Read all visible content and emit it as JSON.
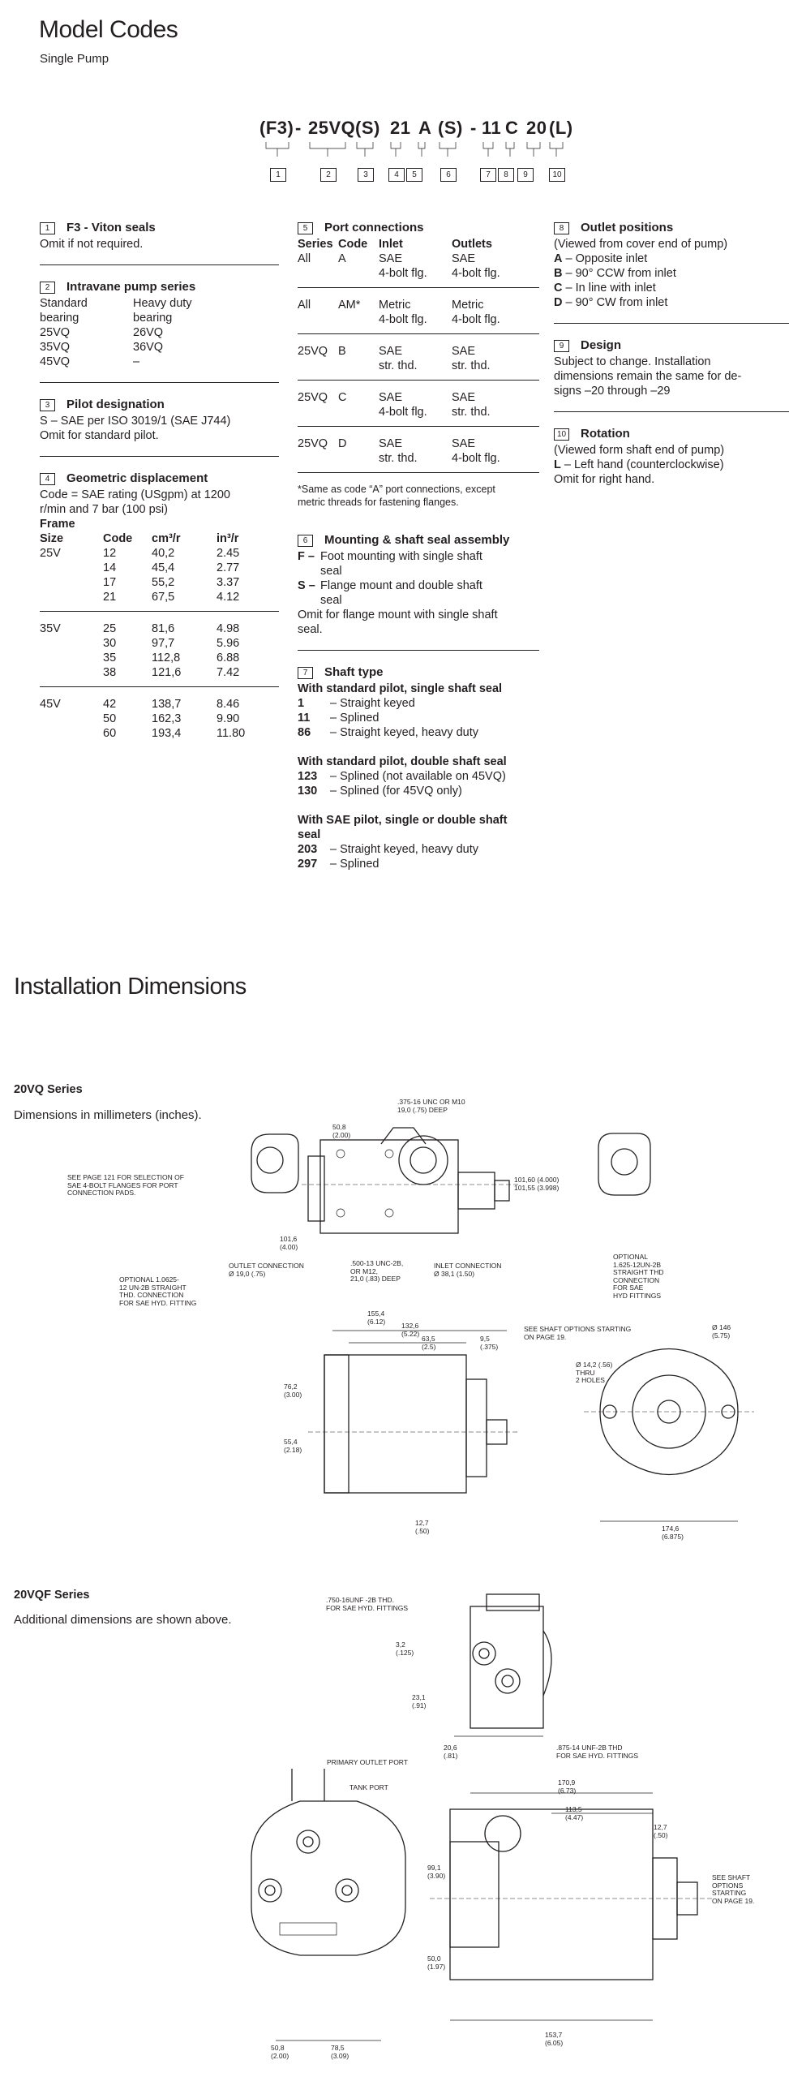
{
  "model_codes": {
    "title": "Model Codes",
    "subtitle": "Single Pump",
    "strip": [
      "(F3)",
      "-",
      "25VQ",
      "(S)",
      "21",
      "A",
      "(S)",
      "-",
      "11",
      "C",
      "20",
      "(L)"
    ],
    "boxes": [
      "1",
      "2",
      "3",
      "4",
      "5",
      "6",
      "7",
      "8",
      "9",
      "10"
    ]
  },
  "sections": {
    "s1": {
      "num": "1",
      "title": "F3 - Viton seals",
      "text": "Omit if not required."
    },
    "s2": {
      "num": "2",
      "title": "Intravane pump series",
      "rows": [
        [
          "Standard",
          "Heavy duty"
        ],
        [
          "bearing",
          "bearing"
        ],
        [
          "25VQ",
          "26VQ"
        ],
        [
          "35VQ",
          "36VQ"
        ],
        [
          "45VQ",
          "–"
        ]
      ]
    },
    "s3": {
      "num": "3",
      "title": "Pilot designation",
      "lines": [
        "S – SAE per ISO 3019/1 (SAE J744)",
        "Omit for standard pilot."
      ]
    },
    "s4": {
      "num": "4",
      "title": "Geometric displacement",
      "lines": [
        "Code = SAE rating (USgpm) at 1200",
        "r/min and 7 bar (100 psi)"
      ],
      "frame_label": "Frame",
      "headers": [
        "Size",
        "Code",
        "cm³/r",
        "in³/r"
      ],
      "groups": [
        [
          [
            "25V",
            "12",
            "40,2",
            "2.45"
          ],
          [
            "",
            "14",
            "45,4",
            "2.77"
          ],
          [
            "",
            "17",
            "55,2",
            "3.37"
          ],
          [
            "",
            "21",
            "67,5",
            "4.12"
          ]
        ],
        [
          [
            "35V",
            "25",
            "81,6",
            "4.98"
          ],
          [
            "",
            "30",
            "97,7",
            "5.96"
          ],
          [
            "",
            "35",
            "112,8",
            "6.88"
          ],
          [
            "",
            "38",
            "121,6",
            "7.42"
          ]
        ],
        [
          [
            "45V",
            "42",
            "138,7",
            "8.46"
          ],
          [
            "",
            "50",
            "162,3",
            "9.90"
          ],
          [
            "",
            "60",
            "193,4",
            "11.80"
          ]
        ]
      ]
    },
    "s5": {
      "num": "5",
      "title": "Port connections",
      "headers": [
        "Series",
        "Code",
        "Inlet",
        "Outlets"
      ],
      "groups": [
        [
          [
            "All",
            "A",
            "SAE",
            "SAE"
          ],
          [
            "",
            "",
            "4-bolt flg.",
            "4-bolt flg."
          ]
        ],
        [
          [
            "All",
            "AM*",
            "Metric",
            "Metric"
          ],
          [
            "",
            "",
            "4-bolt flg.",
            "4-bolt flg."
          ]
        ],
        [
          [
            "25VQ",
            "B",
            "SAE",
            "SAE"
          ],
          [
            "",
            "",
            "str. thd.",
            "str. thd."
          ]
        ],
        [
          [
            "25VQ",
            "C",
            "SAE",
            "SAE"
          ],
          [
            "",
            "",
            "4-bolt flg.",
            "str. thd."
          ]
        ],
        [
          [
            "25VQ",
            "D",
            "SAE",
            "SAE"
          ],
          [
            "",
            "",
            "str. thd.",
            "4-bolt flg."
          ]
        ]
      ],
      "note": [
        "*Same as code “A” port connections, except",
        "metric threads for fastening flanges."
      ]
    },
    "s6": {
      "num": "6",
      "title": "Mounting & shaft seal assembly",
      "items": [
        [
          "F –",
          "Foot mounting with single shaft",
          "seal"
        ],
        [
          "S –",
          "Flange mount and double shaft",
          "seal"
        ]
      ],
      "lines": [
        "Omit for flange mount with single shaft",
        "seal."
      ]
    },
    "s7": {
      "num": "7",
      "title": "Shaft type",
      "g1": {
        "head": "With standard pilot, single shaft seal",
        "items": [
          [
            "1",
            "– Straight keyed"
          ],
          [
            "11",
            "– Splined"
          ],
          [
            "86",
            "– Straight keyed, heavy duty"
          ]
        ]
      },
      "g2": {
        "head": "With standard pilot, double shaft seal",
        "items": [
          [
            "123",
            "– Splined (not available on 45VQ)"
          ],
          [
            "130",
            "– Splined (for 45VQ only)"
          ]
        ]
      },
      "g3": {
        "head": [
          "With SAE pilot, single or double shaft",
          "seal"
        ],
        "items": [
          [
            "203",
            "– Straight keyed, heavy duty"
          ],
          [
            "297",
            "– Splined"
          ]
        ]
      }
    },
    "s8": {
      "num": "8",
      "title": "Outlet positions",
      "intro": "(Viewed from cover end of pump)",
      "items": [
        [
          "A",
          "– Opposite inlet"
        ],
        [
          "B",
          "– 90° CCW from inlet"
        ],
        [
          "C",
          "– In line with inlet"
        ],
        [
          "D",
          "– 90° CW from inlet"
        ]
      ]
    },
    "s9": {
      "num": "9",
      "title": "Design",
      "lines": [
        "Subject to change. Installation",
        "dimensions remain the same for de-",
        "signs –20 through –29"
      ]
    },
    "s10": {
      "num": "10",
      "title": "Rotation",
      "lines": [
        "(Viewed form shaft end of pump)"
      ],
      "item": [
        "L",
        "– Left hand (counterclockwise)"
      ],
      "tail": "Omit for right hand."
    }
  },
  "installation": {
    "title": "Installation Dimensions",
    "vq20": {
      "title": "20VQ Series",
      "subtitle": "Dimensions in millimeters (inches)."
    },
    "vqf20": {
      "title": "20VQF Series",
      "subtitle": "Additional dimensions are shown above."
    },
    "labels": {
      "see_page": "SEE PAGE 121 FOR SELECTION OF\nSAE 4-BOLT FLANGES FOR PORT\nCONNECTION PADS.",
      "unc375": ".375-16 UNC OR M10\n19,0 (.75) DEEP",
      "d508": "50,8\n(2.00)",
      "d1016a": "101,60 (4.000)\n101,55 (3.998)",
      "d1016b": "101,6\n(4.00)",
      "outlet": "OUTLET CONNECTION\nØ 19,0 (.75)",
      "opt1062": "OPTIONAL 1.0625-\n12 UN-2B STRAIGHT\nTHD. CONNECTION\nFOR SAE HYD. FITTING",
      "unc500": ".500-13 UNC-2B,\nOR M12,\n21,0 (.83) DEEP",
      "inlet": "INLET CONNECTION\nØ 38,1 (1.50)",
      "opt1625": "OPTIONAL\n1.625-12UN-2B\nSTRAIGHT THD\nCONNECTION\nFOR SAE\nHYD FITTINGS",
      "d1554": "155,4\n(6.12)",
      "d1326": "132,6\n(5.22)",
      "d635": "63,5\n(2.5)",
      "d95": "9,5\n(.375)",
      "shaft_opts": "SEE SHAFT OPTIONS STARTING\nON PAGE 19.",
      "d146": "Ø 146\n(5.75)",
      "holes": "Ø 14,2 (.56)\nTHRU\n2 HOLES",
      "d762": "76,2\n(3.00)",
      "d554": "55,4\n(2.18)",
      "d127": "12,7\n(.50)",
      "d1746": "174,6\n(6.875)",
      "unf750": ".750-16UNF    -2B THD.\nFOR SAE HYD. FITTINGS",
      "d32": "3,2\n(.125)",
      "d231": "23,1\n(.91)",
      "d206": "20,6\n(.81)",
      "unf875": ".875-14 UNF-2B THD\nFOR SAE HYD. FITTINGS",
      "primary": "PRIMARY OUTLET PORT",
      "tank": "TANK PORT",
      "d1709": "170,9\n(6.73)",
      "d1135": "113,5\n(4.47)",
      "d127b": "12,7\n(.50)",
      "d991": "99,1\n(3.90)",
      "shaft_opts2": "SEE SHAFT\nOPTIONS\nSTARTING\nON PAGE 19.",
      "d500": "50,0\n(1.97)",
      "d508b": "50,8\n(2.00)",
      "d785": "78,5\n(3.09)",
      "d1537": "153,7\n(6.05)"
    }
  }
}
